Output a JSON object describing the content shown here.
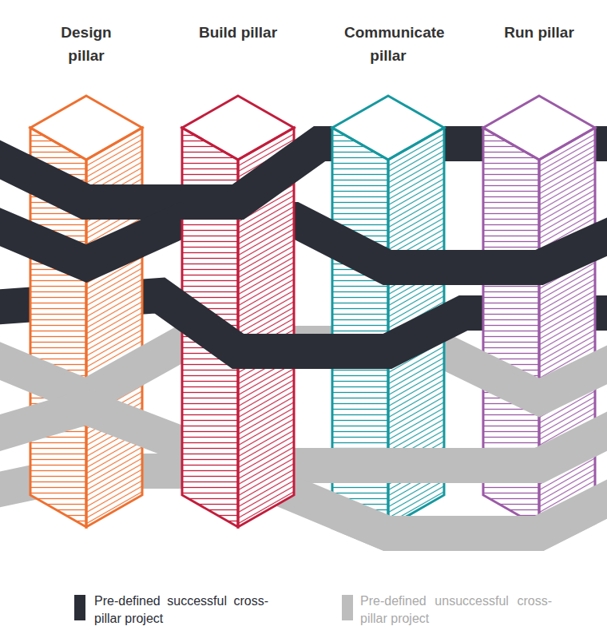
{
  "diagram": {
    "nodes": [
      {
        "text": [
          "Design pillar"
        ]
      },
      {
        "text": [
          "Build pillar"
        ]
      },
      {
        "text": [
          "Communicate pillar"
        ]
      },
      {
        "text": [
          "Run pillar"
        ]
      }
    ],
    "legend": [
      {
        "text": "Pre-defined successful cross-pillar project",
        "color": "#2b2e37"
      },
      {
        "text": "Pre-defined unsuccessful cross-pillar project",
        "color": "#bdbdbd"
      }
    ]
  }
}
